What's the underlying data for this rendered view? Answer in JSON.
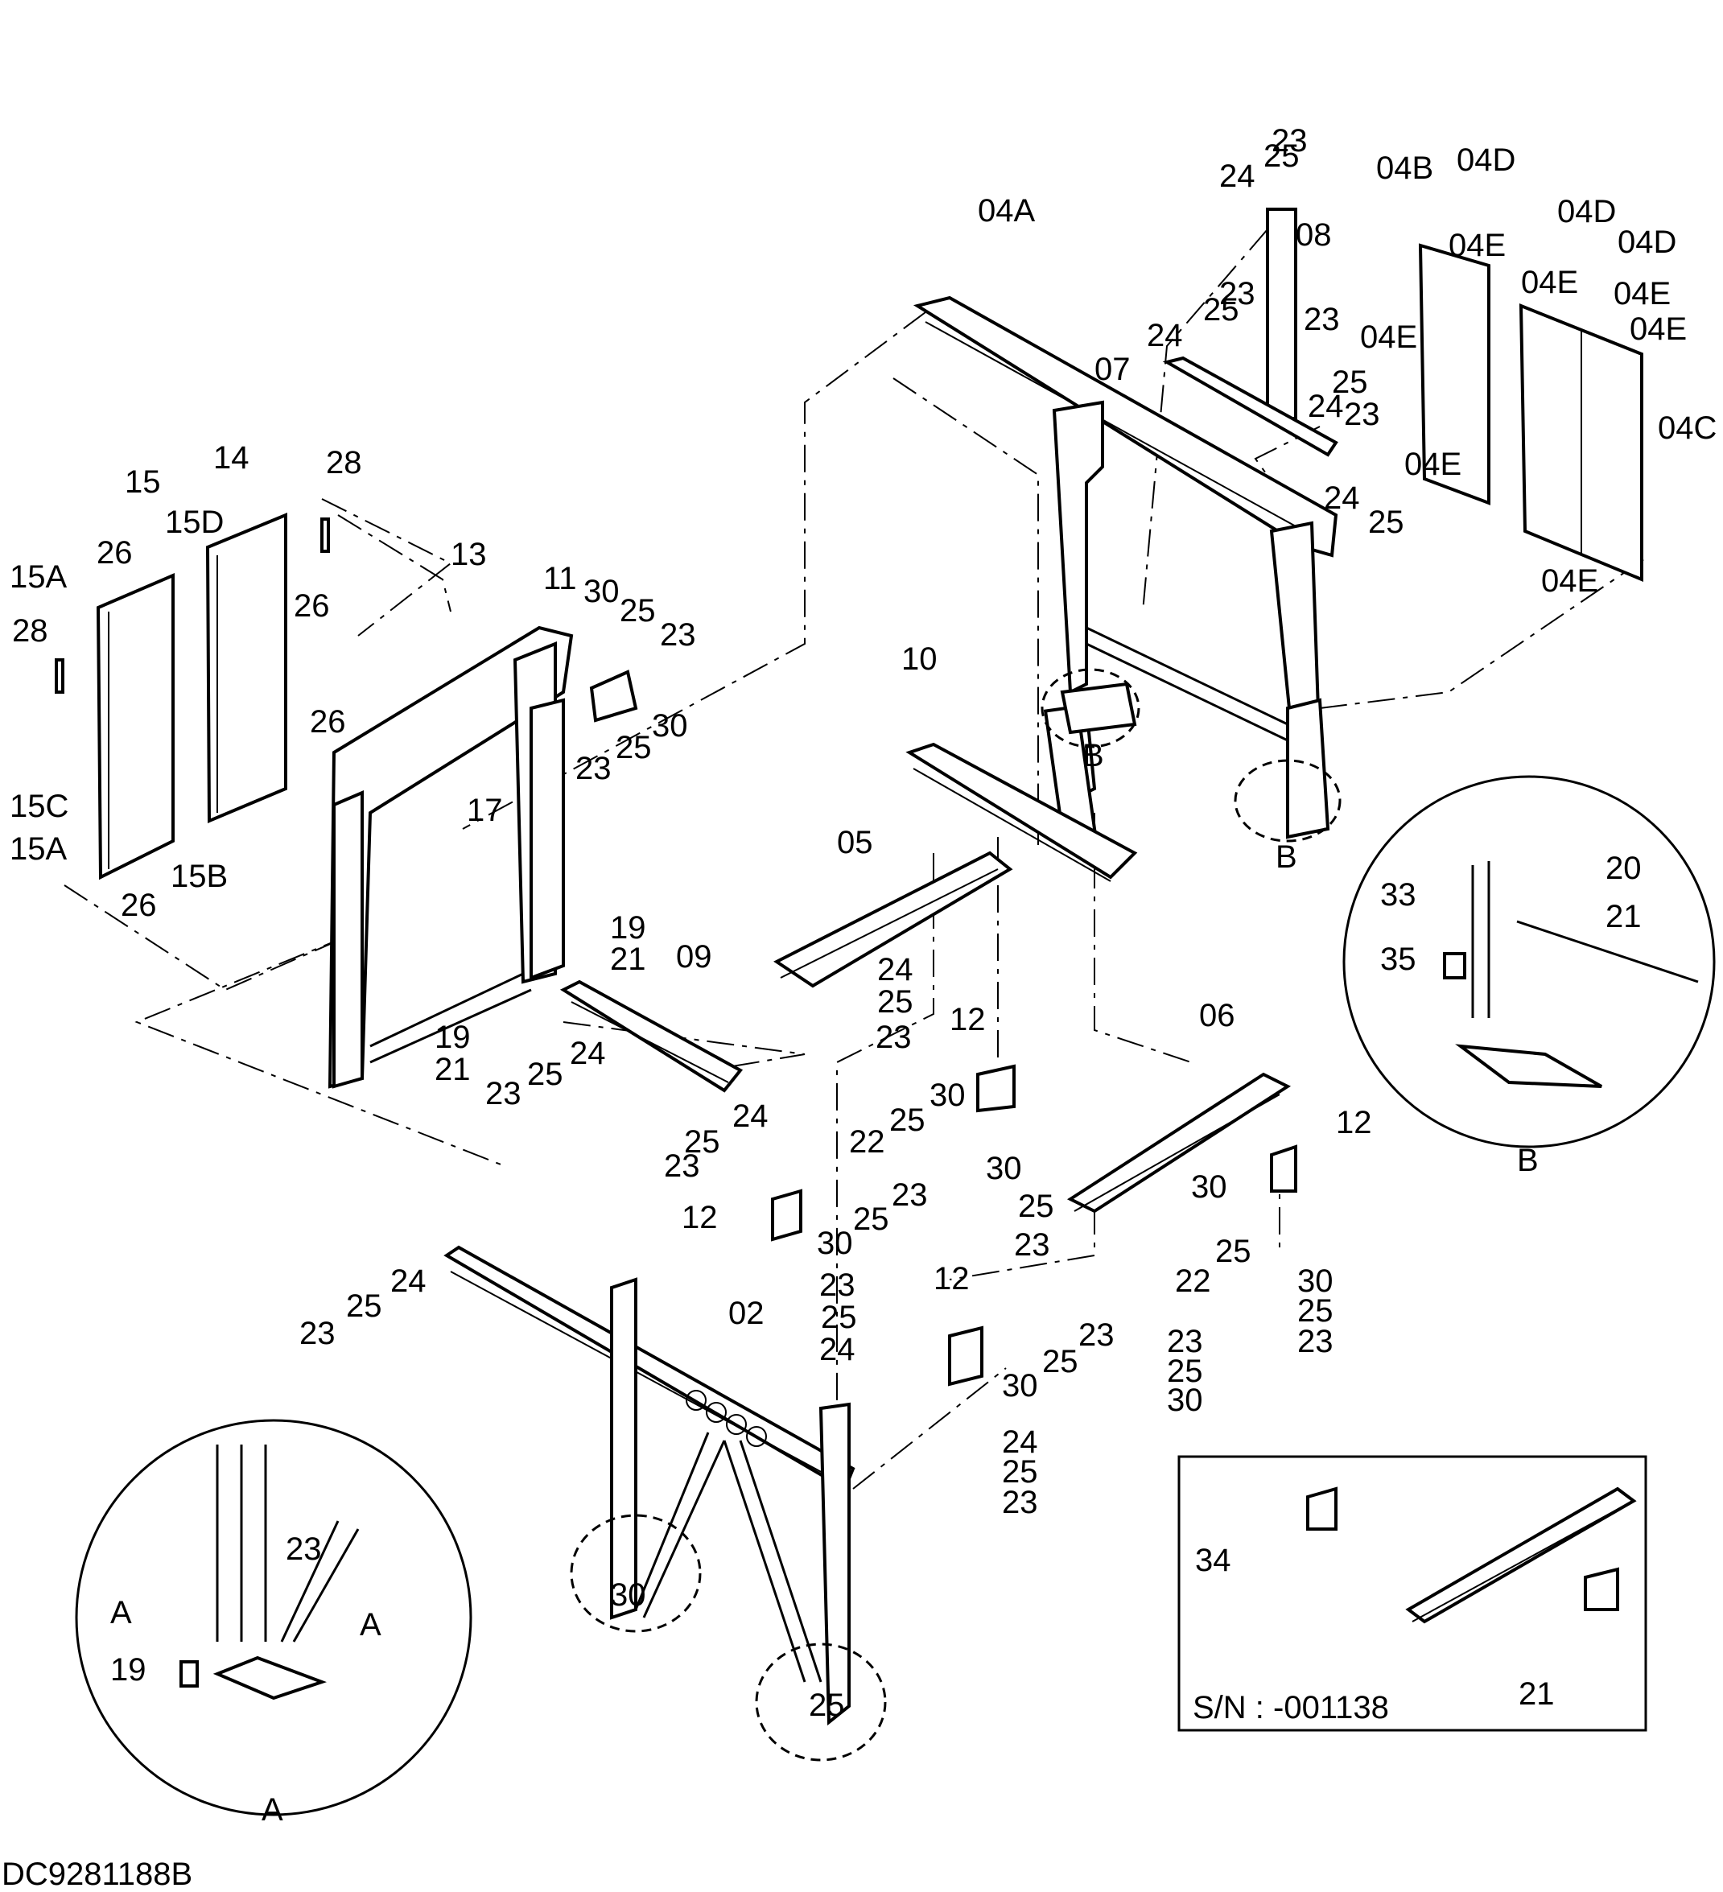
{
  "drawing_number": "DC9281188B",
  "serial_note": "S/N : -001138",
  "detail_labels": {
    "a": "A",
    "b": "B"
  },
  "callouts": [
    {
      "id": "c1",
      "text": "23"
    },
    {
      "id": "c2",
      "text": "25"
    },
    {
      "id": "c3",
      "text": "24"
    },
    {
      "id": "c4",
      "text": "04B"
    },
    {
      "id": "c5",
      "text": "04D"
    },
    {
      "id": "c6",
      "text": "04A"
    },
    {
      "id": "c7",
      "text": "08"
    },
    {
      "id": "c8",
      "text": "04E"
    },
    {
      "id": "c9",
      "text": "04D"
    },
    {
      "id": "c10",
      "text": "04D"
    },
    {
      "id": "c11",
      "text": "04E"
    },
    {
      "id": "c12",
      "text": "04E"
    },
    {
      "id": "c13",
      "text": "23"
    },
    {
      "id": "c14",
      "text": "25"
    },
    {
      "id": "c15",
      "text": "24"
    },
    {
      "id": "c16",
      "text": "04E"
    },
    {
      "id": "c17",
      "text": "04E"
    },
    {
      "id": "c18",
      "text": "23"
    },
    {
      "id": "c19",
      "text": "07"
    },
    {
      "id": "c20",
      "text": "25"
    },
    {
      "id": "c21",
      "text": "24"
    },
    {
      "id": "c22",
      "text": "23"
    },
    {
      "id": "c23",
      "text": "04C"
    },
    {
      "id": "c24",
      "text": "04E"
    },
    {
      "id": "c25",
      "text": "24"
    },
    {
      "id": "c26",
      "text": "25"
    },
    {
      "id": "c27",
      "text": "04E"
    },
    {
      "id": "c28",
      "text": "14"
    },
    {
      "id": "c29",
      "text": "28"
    },
    {
      "id": "c30",
      "text": "15"
    },
    {
      "id": "c31",
      "text": "15D"
    },
    {
      "id": "c32",
      "text": "26"
    },
    {
      "id": "c33",
      "text": "15A"
    },
    {
      "id": "c34",
      "text": "26"
    },
    {
      "id": "c35",
      "text": "28"
    },
    {
      "id": "c36",
      "text": "13"
    },
    {
      "id": "c37",
      "text": "11"
    },
    {
      "id": "c38",
      "text": "30"
    },
    {
      "id": "c39",
      "text": "25"
    },
    {
      "id": "c40",
      "text": "23"
    },
    {
      "id": "c41",
      "text": "10"
    },
    {
      "id": "c42",
      "text": "26"
    },
    {
      "id": "c43",
      "text": "30"
    },
    {
      "id": "c44",
      "text": "23"
    },
    {
      "id": "c45",
      "text": "25"
    },
    {
      "id": "c46",
      "text": "B"
    },
    {
      "id": "c47",
      "text": "15C"
    },
    {
      "id": "c48",
      "text": "15A"
    },
    {
      "id": "c49",
      "text": "15B"
    },
    {
      "id": "c50",
      "text": "17"
    },
    {
      "id": "c51",
      "text": "05"
    },
    {
      "id": "c52",
      "text": "B"
    },
    {
      "id": "c53",
      "text": "26"
    },
    {
      "id": "c54",
      "text": "20"
    },
    {
      "id": "c55",
      "text": "33"
    },
    {
      "id": "c56",
      "text": "21"
    },
    {
      "id": "c57",
      "text": "19"
    },
    {
      "id": "c58",
      "text": "21"
    },
    {
      "id": "c59",
      "text": "09"
    },
    {
      "id": "c60",
      "text": "35"
    },
    {
      "id": "c61",
      "text": "24"
    },
    {
      "id": "c62",
      "text": "25"
    },
    {
      "id": "c63",
      "text": "23"
    },
    {
      "id": "c64",
      "text": "12"
    },
    {
      "id": "c65",
      "text": "06"
    },
    {
      "id": "c66",
      "text": "19"
    },
    {
      "id": "c67",
      "text": "21"
    },
    {
      "id": "c68",
      "text": "24"
    },
    {
      "id": "c69",
      "text": "23"
    },
    {
      "id": "c70",
      "text": "25"
    },
    {
      "id": "c71",
      "text": "30"
    },
    {
      "id": "c72",
      "text": "24"
    },
    {
      "id": "c73",
      "text": "25"
    },
    {
      "id": "c74",
      "text": "12"
    },
    {
      "id": "c75",
      "text": "22"
    },
    {
      "id": "c76",
      "text": "25"
    },
    {
      "id": "c77",
      "text": "23"
    },
    {
      "id": "c78",
      "text": "30"
    },
    {
      "id": "c79",
      "text": "25"
    },
    {
      "id": "c80",
      "text": "23"
    },
    {
      "id": "c81",
      "text": "30"
    },
    {
      "id": "c82",
      "text": "12"
    },
    {
      "id": "c83",
      "text": "23"
    },
    {
      "id": "c84",
      "text": "25"
    },
    {
      "id": "c85",
      "text": "30"
    },
    {
      "id": "c86",
      "text": "22"
    },
    {
      "id": "c87",
      "text": "25"
    },
    {
      "id": "c88",
      "text": "24"
    },
    {
      "id": "c89",
      "text": "25"
    },
    {
      "id": "c90",
      "text": "23"
    },
    {
      "id": "c91",
      "text": "30"
    },
    {
      "id": "c92",
      "text": "25"
    },
    {
      "id": "c93",
      "text": "23"
    },
    {
      "id": "c94",
      "text": "12"
    },
    {
      "id": "c95",
      "text": "02"
    },
    {
      "id": "c96",
      "text": "23"
    },
    {
      "id": "c97",
      "text": "25"
    },
    {
      "id": "c98",
      "text": "24"
    },
    {
      "id": "c99",
      "text": "30"
    },
    {
      "id": "c100",
      "text": "25"
    },
    {
      "id": "c101",
      "text": "23"
    },
    {
      "id": "c102",
      "text": "23"
    },
    {
      "id": "c103",
      "text": "25"
    },
    {
      "id": "c104",
      "text": "30"
    },
    {
      "id": "c105",
      "text": "24"
    },
    {
      "id": "c106",
      "text": "25"
    },
    {
      "id": "c107",
      "text": "23"
    },
    {
      "id": "c108",
      "text": "30"
    },
    {
      "id": "c109",
      "text": "25"
    },
    {
      "id": "c110",
      "text": "23"
    },
    {
      "id": "c111",
      "text": "A"
    },
    {
      "id": "c112",
      "text": "A"
    },
    {
      "id": "c113",
      "text": "19"
    },
    {
      "id": "c114",
      "text": "34"
    },
    {
      "id": "c115",
      "text": "21"
    },
    {
      "id": "c116",
      "text": "35"
    },
    {
      "id": "c117",
      "text": "A"
    },
    {
      "id": "c118",
      "text": "23"
    },
    {
      "id": "c119",
      "text": "23"
    }
  ]
}
